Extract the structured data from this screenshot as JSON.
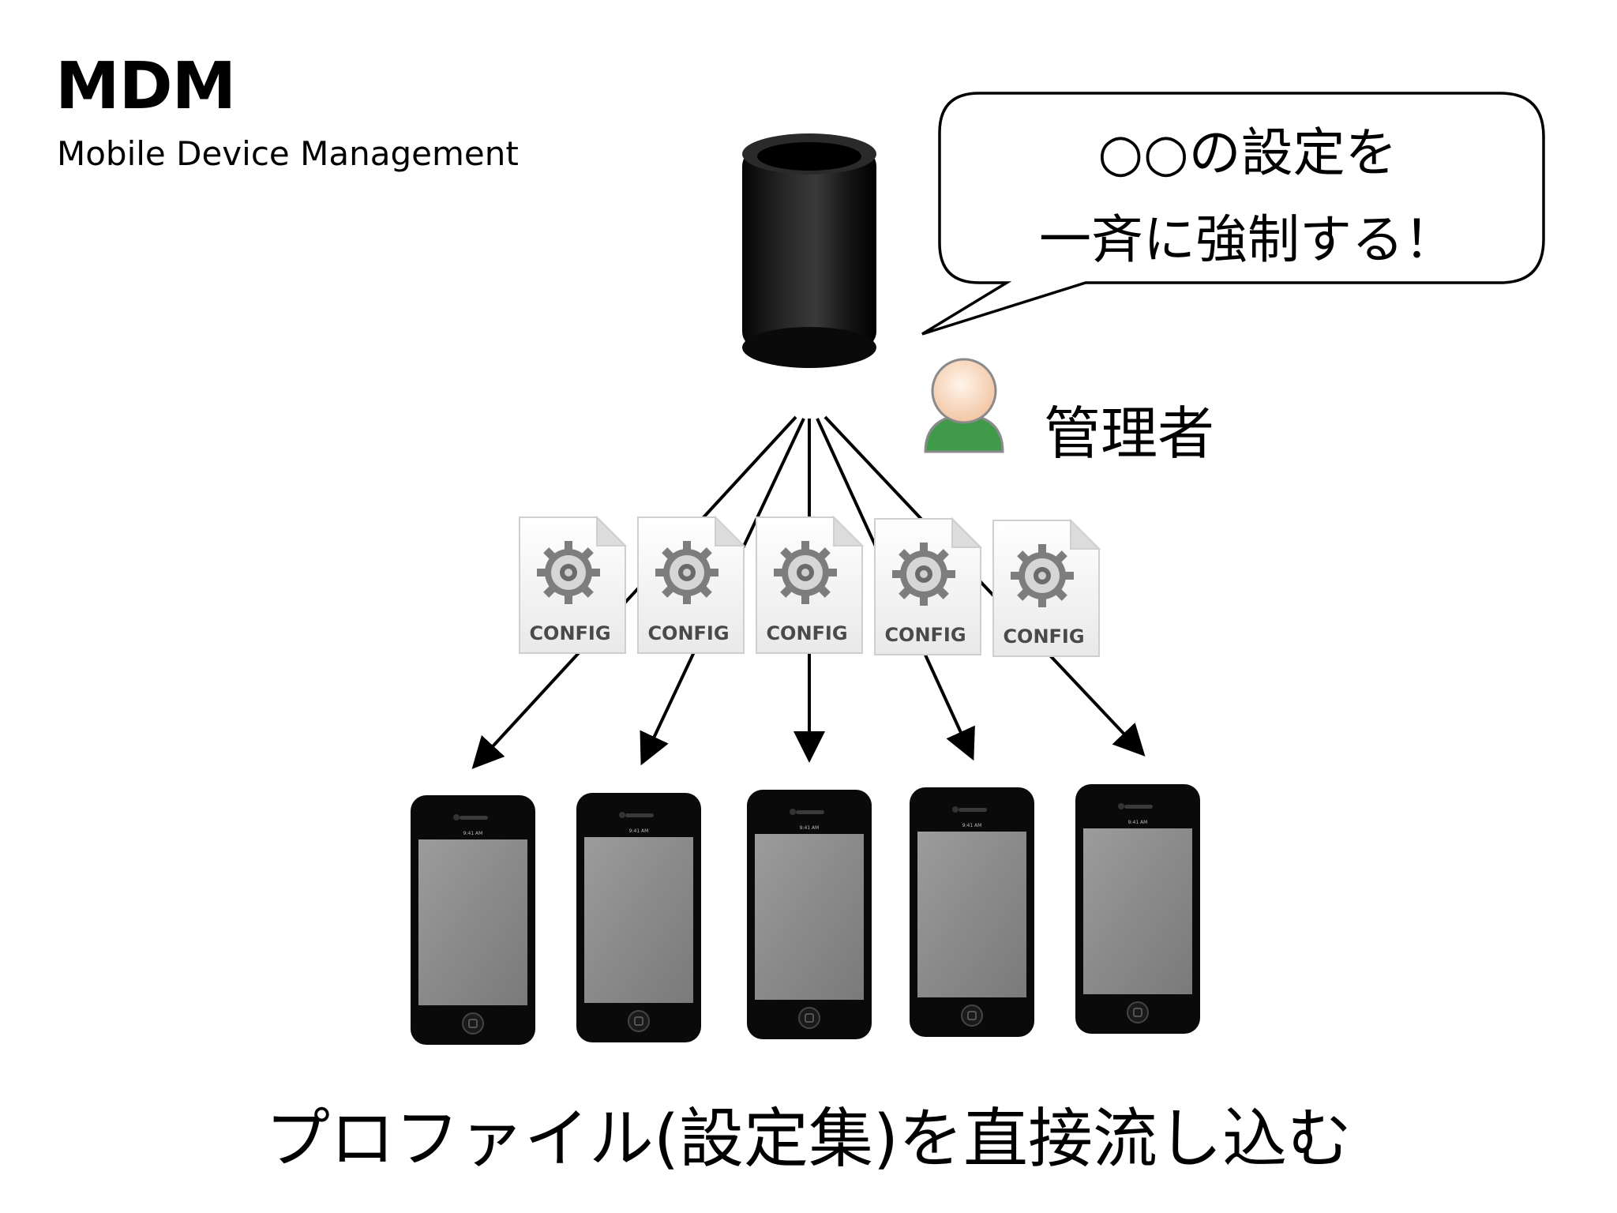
{
  "header": {
    "title": "MDM",
    "subtitle": "Mobile Device Management"
  },
  "speech_bubble": {
    "line1": "○○の設定を",
    "line2": "一斉に強制する！"
  },
  "admin": {
    "label": "管理者",
    "icon": "person-icon"
  },
  "server": {
    "icon": "server-icon"
  },
  "config_profiles": [
    {
      "label": "CONFIG"
    },
    {
      "label": "CONFIG"
    },
    {
      "label": "CONFIG"
    },
    {
      "label": "CONFIG"
    },
    {
      "label": "CONFIG"
    }
  ],
  "devices": [
    {
      "icon": "smartphone-icon",
      "status_time": "9:41 AM"
    },
    {
      "icon": "smartphone-icon",
      "status_time": "9:41 AM"
    },
    {
      "icon": "smartphone-icon",
      "status_time": "9:41 AM"
    },
    {
      "icon": "smartphone-icon",
      "status_time": "9:41 AM"
    },
    {
      "icon": "smartphone-icon",
      "status_time": "9:41 AM"
    }
  ],
  "caption": "プロファイル(設定集)を直接流し込む",
  "colors": {
    "server_body": "#111111",
    "phone_body": "#0a0a0a",
    "phone_screen": "#8d8d8d",
    "admin_shirt": "#3f9a4a",
    "admin_face": "#f8d8c0"
  }
}
